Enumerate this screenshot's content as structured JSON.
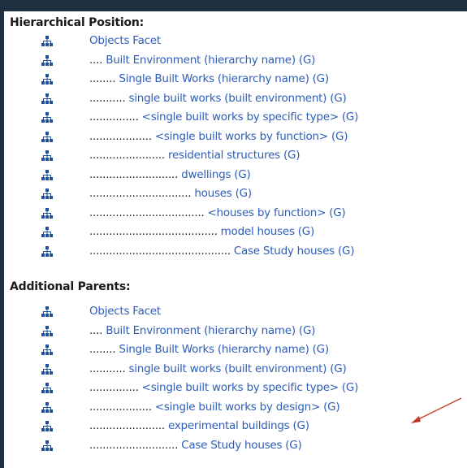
{
  "hierarchical": {
    "heading": "Hierarchical Position:",
    "items": [
      {
        "dots": "",
        "label": "Objects Facet",
        "suffix": ""
      },
      {
        "dots": ".... ",
        "label": "Built Environment (hierarchy name)",
        "suffix": " (G)"
      },
      {
        "dots": "........ ",
        "label": "Single Built Works (hierarchy name)",
        "suffix": " (G)"
      },
      {
        "dots": "........... ",
        "label": "single built works (built environment)",
        "suffix": " (G)"
      },
      {
        "dots": "............... ",
        "label": "<single built works by specific type>",
        "suffix": " (G)"
      },
      {
        "dots": "................... ",
        "label": "<single built works by function>",
        "suffix": " (G)"
      },
      {
        "dots": "....................... ",
        "label": "residential structures",
        "suffix": " (G)"
      },
      {
        "dots": "........................... ",
        "label": "dwellings",
        "suffix": " (G)"
      },
      {
        "dots": "............................... ",
        "label": "houses",
        "suffix": " (G)"
      },
      {
        "dots": "................................... ",
        "label": "<houses by function>",
        "suffix": " (G)"
      },
      {
        "dots": "....................................... ",
        "label": "model houses",
        "suffix": " (G)"
      },
      {
        "dots": "........................................... ",
        "label": "Case Study houses",
        "suffix": " (G)"
      }
    ]
  },
  "additional": {
    "heading": "Additional Parents:",
    "items": [
      {
        "dots": "",
        "label": "Objects Facet",
        "suffix": ""
      },
      {
        "dots": ".... ",
        "label": "Built Environment (hierarchy name)",
        "suffix": " (G)"
      },
      {
        "dots": "........ ",
        "label": "Single Built Works (hierarchy name)",
        "suffix": " (G)"
      },
      {
        "dots": "........... ",
        "label": "single built works (built environment)",
        "suffix": " (G)"
      },
      {
        "dots": "............... ",
        "label": "<single built works by specific type>",
        "suffix": " (G)"
      },
      {
        "dots": "................... ",
        "label": "<single built works by design>",
        "suffix": " (G)"
      },
      {
        "dots": "....................... ",
        "label": "experimental buildings",
        "suffix": " (G)"
      },
      {
        "dots": "........................... ",
        "label": "Case Study houses",
        "suffix": " (G)"
      }
    ]
  },
  "icon": "hierarchy-icon",
  "colors": {
    "link": "#2d5db8",
    "icon": "#1f4e9c",
    "arrow": "#c0392b",
    "frame_bg": "#1e3040"
  }
}
